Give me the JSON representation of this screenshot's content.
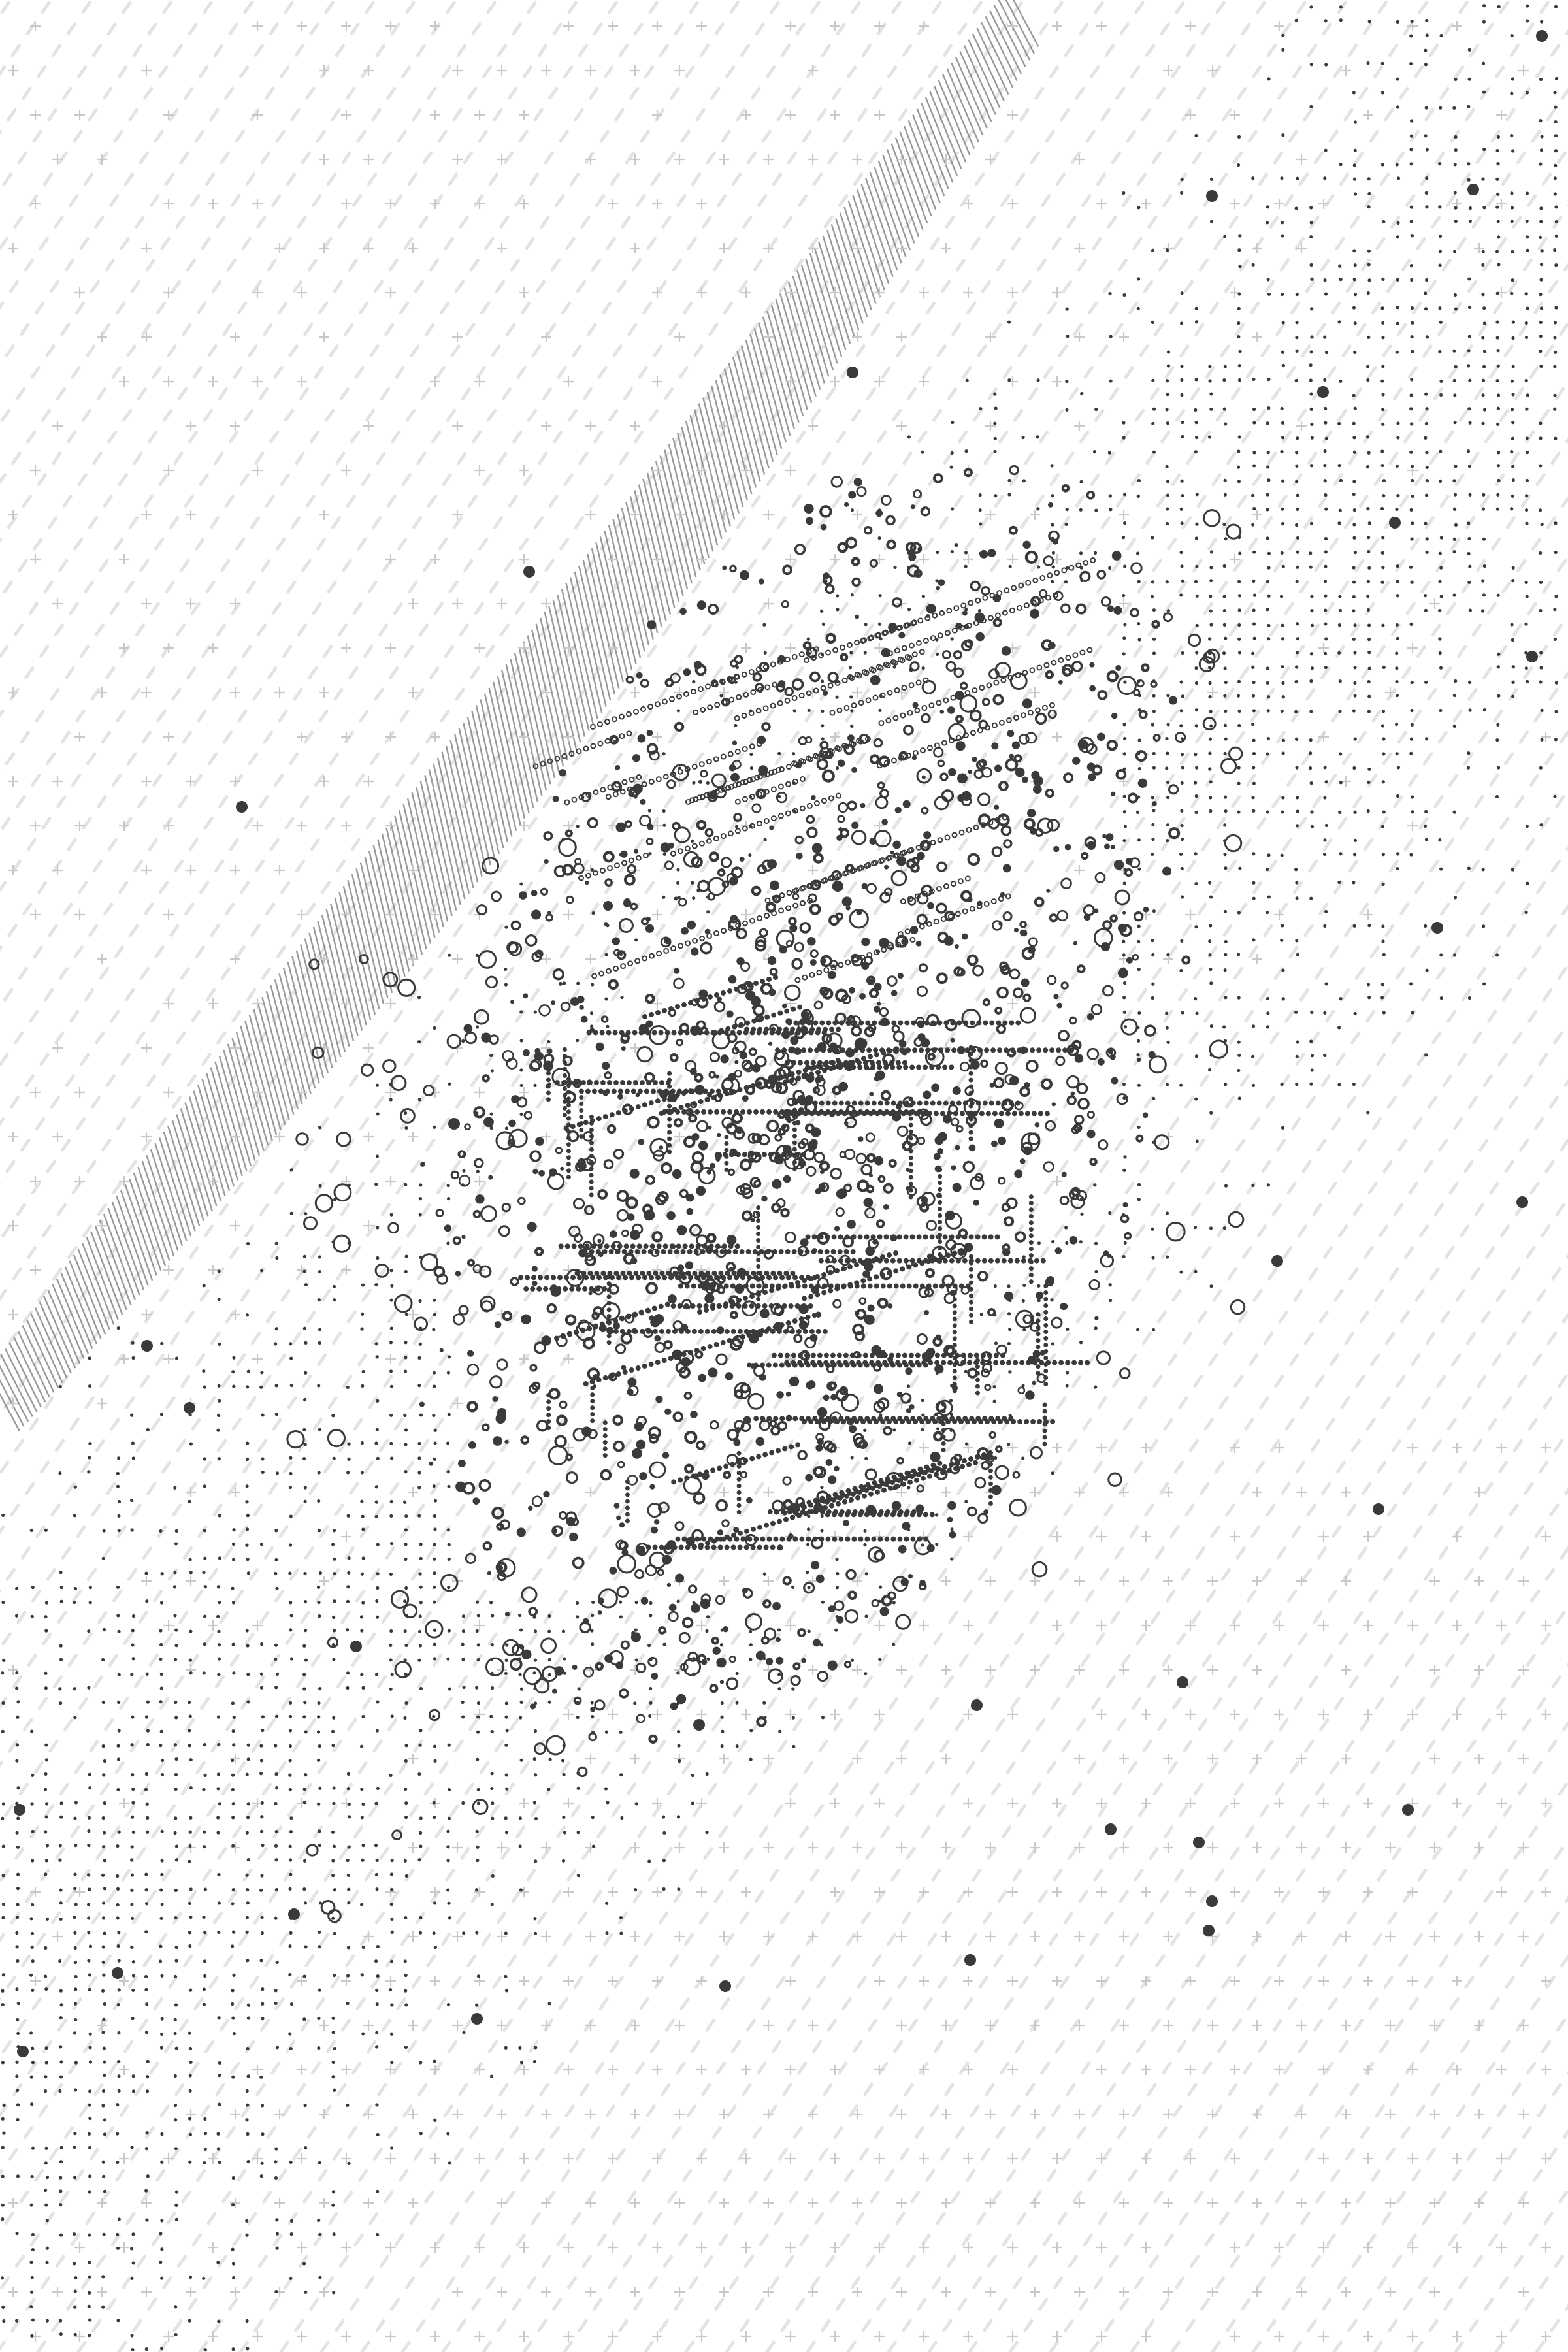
{
  "artwork": {
    "description_visible_text": "",
    "palette": {
      "background": "#ffffff",
      "ink_dark": "#3a3a3a",
      "ink_mid": "#777777",
      "ink_light": "#c9c9c9",
      "ink_faint": "#dddddd"
    },
    "mark_types": [
      "filled-dot",
      "hollow-ring",
      "plus-sign",
      "dash",
      "hatch-line"
    ]
  }
}
